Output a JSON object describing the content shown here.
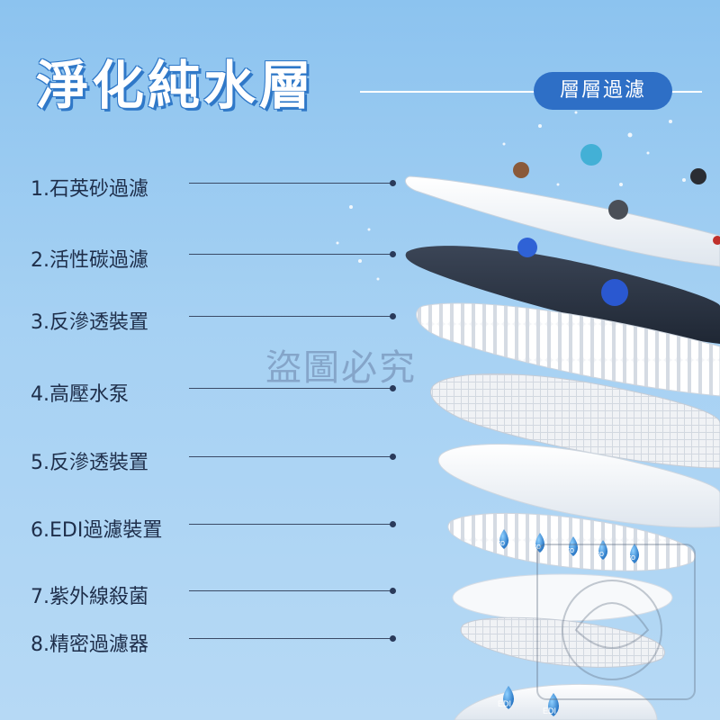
{
  "header": {
    "title": "淨化純水層",
    "badge": "層層過濾"
  },
  "watermark": "盜圖必究",
  "filter_layers": [
    {
      "label": "1.石英砂過濾"
    },
    {
      "label": "2.活性碳過濾"
    },
    {
      "label": "3.反滲透裝置"
    },
    {
      "label": "4.高壓水泵"
    },
    {
      "label": "5.反滲透裝置"
    },
    {
      "label": "6.EDI過濾裝置"
    },
    {
      "label": "7.紫外線殺菌"
    },
    {
      "label": "8.精密過濾器"
    }
  ],
  "disc_marks": {
    "ro": "ro",
    "edi": "EDI"
  },
  "colors": {
    "background": "#a6d1f3",
    "title_outline": "#2f78c8",
    "badge": "#2e6fc6",
    "label_text": "#1e2e4a",
    "carbon_layer": "#2b3444",
    "membrane": "#f4f6f8"
  }
}
